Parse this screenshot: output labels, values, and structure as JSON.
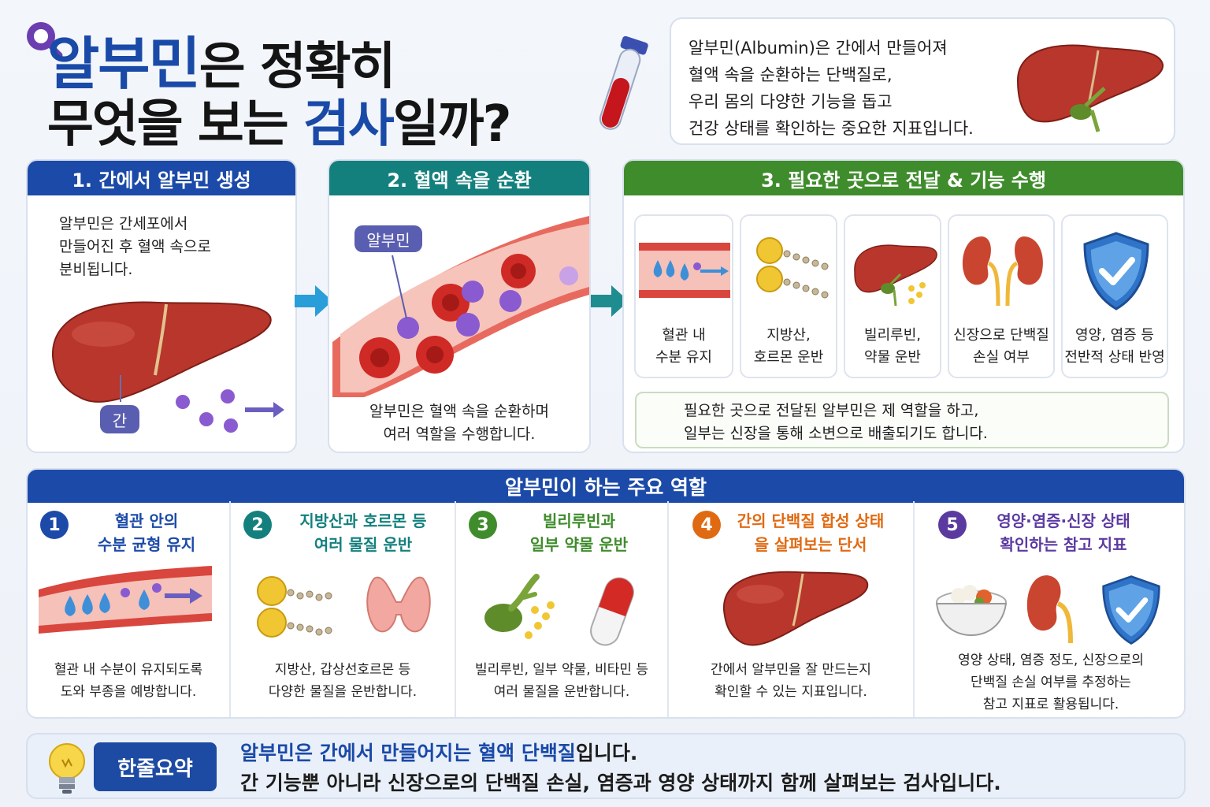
{
  "header": {
    "title_word": "알부민",
    "title_rest1": "은 정확히",
    "title_line2_a": "무엇을 보는 ",
    "title_line2_hl": "검사",
    "title_line2_b": "일까?"
  },
  "intro": {
    "lines": [
      "알부민(Albumin)은 간에서 만들어져",
      "혈액 속을 순환하는 단백질로,",
      "우리 몸의 다양한 기능을 돕고",
      "건강 상태를 확인하는 중요한 지표입니다."
    ]
  },
  "step1": {
    "title": "1. 간에서 알부민 생성",
    "text": [
      "알부민은 간세포에서",
      "만들어진 후 혈액 속으로",
      "분비됩니다."
    ],
    "liver_tag": "간"
  },
  "step2": {
    "title": "2. 혈액 속을 순환",
    "albumin_tag": "알부민",
    "text": [
      "알부민은 혈액 속을 순환하며",
      "여러 역할을 수행합니다."
    ]
  },
  "step3": {
    "title": "3. 필요한 곳으로 전달 & 기능 수행",
    "cards": [
      {
        "line1": "혈관 내",
        "line2": "수분 유지",
        "icon": "blood-vessel-icon"
      },
      {
        "line1": "지방산,",
        "line2": "호르몬 운반",
        "icon": "fatty-acid-icon"
      },
      {
        "line1": "빌리루빈,",
        "line2": "약물 운반",
        "icon": "liver-icon"
      },
      {
        "line1": "신장으로 단백질",
        "line2": "손실 여부",
        "icon": "kidney-icon"
      },
      {
        "line1": "영양, 염증 등",
        "line2": "전반적 상태 반영",
        "icon": "shield-icon"
      }
    ],
    "note": [
      "필요한 곳으로 전달된 알부민은 제 역할을 하고,",
      "일부는 신장을 통해 소변으로 배출되기도 합니다."
    ]
  },
  "roles": {
    "heading": "알부민이 하는 주요 역할",
    "items": [
      {
        "num": "1",
        "title": [
          "혈관 안의",
          "수분 균형 유지"
        ],
        "desc": [
          "혈관 내 수분이 유지되도록",
          "도와 부종을 예방합니다."
        ],
        "color": "#1c4aa8"
      },
      {
        "num": "2",
        "title": [
          "지방산과 호르몬 등",
          "여러 물질 운반"
        ],
        "desc": [
          "지방산, 갑상선호르몬 등",
          "다양한 물질을 운반합니다."
        ],
        "color": "#13807e"
      },
      {
        "num": "3",
        "title": [
          "빌리루빈과",
          "일부 약물 운반"
        ],
        "desc": [
          "빌리루빈, 일부 약물, 비타민 등",
          "여러 물질을 운반합니다."
        ],
        "color": "#3f8c2c"
      },
      {
        "num": "4",
        "title": [
          "간의 단백질 합성 상태",
          "을 살펴보는 단서"
        ],
        "desc": [
          "간에서 알부민을 잘 만드는지",
          "확인할 수 있는 지표입니다."
        ],
        "color": "#e06a12"
      },
      {
        "num": "5",
        "title": [
          "영양·염증·신장 상태",
          "확인하는 참고 지표"
        ],
        "desc": [
          "영양 상태, 염증 정도, 신장으로의",
          "단백질 손실 여부를 추정하는",
          "참고 지표로 활용됩니다."
        ],
        "color": "#5b3aa0"
      }
    ]
  },
  "summary": {
    "tag": "한줄요약",
    "line1_hl": "알부민은 간에서 만들어지는 혈액 단백질",
    "line1_rest": "입니다.",
    "line2": "간 기능뿐 아니라 신장으로의 단백질 손실, 염증과 영양 상태까지 함께 살펴보는 검사입니다."
  },
  "colors": {
    "blue": "#1c4aa8",
    "teal": "#13807e",
    "green": "#3f8c2c",
    "liver": "#b8362c",
    "albumin": "#7a4fc4"
  }
}
